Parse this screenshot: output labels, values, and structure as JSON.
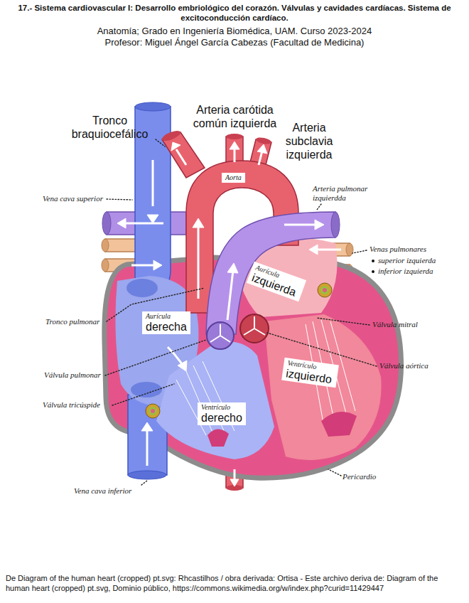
{
  "diagram": {
    "title": "17.- Sistema cardiovascular I: Desarrollo embriológico del corazón. Válvulas y cavidades cardíacas. Sistema de excitoconducción cardíaco.",
    "caption": "De Diagram of the human heart (cropped) pt.svg: Rhcastilhos / obra derivada: Ortisa - Este archivo deriva de: Diagram of the human heart (cropped) pt.svg, Dominio público, https://commons.wikimedia.org/w/index.php?curid=11429447",
    "nodes": [
      {
        "text": [
          "Aorta"
        ]
      },
      {
        "text": [
          "Aurícula",
          "izquierda"
        ]
      },
      {
        "text": [
          "Aurícula",
          "derecha"
        ]
      },
      {
        "text": [
          "Ventrículo",
          "izquierdo"
        ]
      },
      {
        "text": [
          "Ventrículo",
          "derecho"
        ]
      }
    ],
    "labels": [
      "Anatomía; Grado en Ingeniería Biomédica, UAM. Curso 2023-2024",
      "Profesor: Miguel Ángel García Cabezas (Facultad de Medicina)",
      "Arteria carótida común izquierda",
      "Tronco braquiocefálico",
      "Arteria subclavia izquierda",
      "Vena cava superior",
      "Arteria pulmonar izquierdda",
      "Venas pulmonares",
      "superior izquierda",
      "inferior izquierda",
      "Tronco pulmonar",
      "Válvula mitral",
      "Válvula aórtica",
      "Válvula pulmonar",
      "Válvula tricúspide",
      "Pericardio",
      "Vena cava inferior"
    ]
  }
}
